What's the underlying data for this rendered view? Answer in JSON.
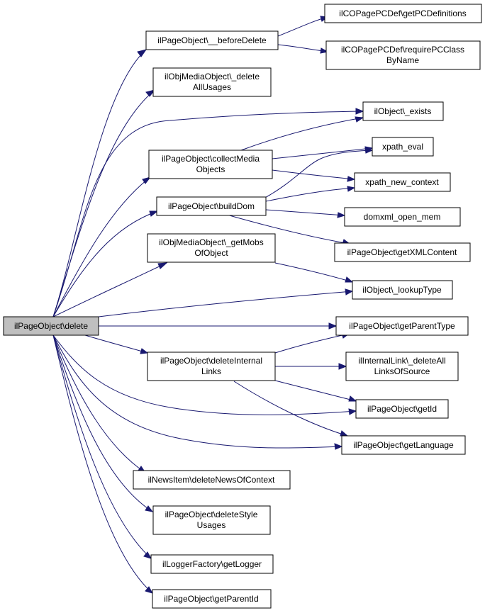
{
  "colors": {
    "edge": "#191970",
    "root_fill": "#bfbfbf",
    "node_fill": "#ffffff",
    "border": "#000000"
  },
  "nodes": {
    "delete": [
      "ilPageObject\\delete"
    ],
    "beforeDelete": [
      "ilPageObject\\__beforeDelete"
    ],
    "getPCDefinitions": [
      "ilCOPagePCDef\\getPCDefinitions"
    ],
    "requirePCClassByName": [
      "ilCOPagePCDef\\requirePCClass",
      "ByName"
    ],
    "deleteAllUsages": [
      "ilObjMediaObject\\_delete",
      "AllUsages"
    ],
    "exists": [
      "ilObject\\_exists"
    ],
    "collectMediaObjects": [
      "ilPageObject\\collectMedia",
      "Objects"
    ],
    "xpathEval": [
      "xpath_eval"
    ],
    "xpathNewContext": [
      "xpath_new_context"
    ],
    "buildDom": [
      "ilPageObject\\buildDom"
    ],
    "domxmlOpenMem": [
      "domxml_open_mem"
    ],
    "getXMLContent": [
      "ilPageObject\\getXMLContent"
    ],
    "getMobsOfObject": [
      "ilObjMediaObject\\_getMobs",
      "OfObject"
    ],
    "lookupType": [
      "ilObject\\_lookupType"
    ],
    "getParentType": [
      "ilPageObject\\getParentType"
    ],
    "deleteInternalLinks": [
      "ilPageObject\\deleteInternal",
      "Links"
    ],
    "deleteAllLinksOfSource": [
      "ilInternalLink\\_deleteAll",
      "LinksOfSource"
    ],
    "getId": [
      "ilPageObject\\getId"
    ],
    "getLanguage": [
      "ilPageObject\\getLanguage"
    ],
    "deleteNewsOfContext": [
      "ilNewsItem\\deleteNewsOfContext"
    ],
    "deleteStyleUsages": [
      "ilPageObject\\deleteStyle",
      "Usages"
    ],
    "getLogger": [
      "ilLoggerFactory\\getLogger"
    ],
    "getParentId": [
      "ilPageObject\\getParentId"
    ]
  }
}
